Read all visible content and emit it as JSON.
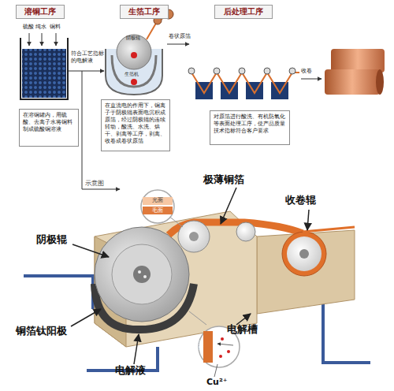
{
  "diagram": {
    "nodes": [
      {
        "text": [
          "溶铜工序"
        ]
      },
      {
        "text": [
          "生箔工序"
        ]
      },
      {
        "text": [
          "后处理工序"
        ]
      },
      {
        "text": [
          "在溶铜罐内，用硫酸、去离子水将铜料制成硫酸铜溶液"
        ]
      },
      {
        "text": [
          "在直流电的作用下，铜离子于阴极辊表面电沉积成原箔，经过阴极辊的连续转动，酸洗、水洗、烘干、剥离等工序，剥离、收卷成卷状原箔"
        ]
      },
      {
        "text": [
          "对原箔进行酸洗、有机防氧化等表面处理工序，使产品质量技术指标符合客户要求"
        ]
      }
    ],
    "labels": [
      "硫酸",
      "纯水",
      "铜料",
      "符合工艺指标的电解液",
      "阴极辊",
      "生箔机",
      "卷状原箔",
      "收卷",
      "示意图",
      "极薄铜箔",
      "光面",
      "毛面",
      "收卷辊",
      "阴极辊",
      "铜箔钛阳极",
      "电解槽",
      "电解液",
      "Cu²⁺",
      "阴极"
    ]
  }
}
